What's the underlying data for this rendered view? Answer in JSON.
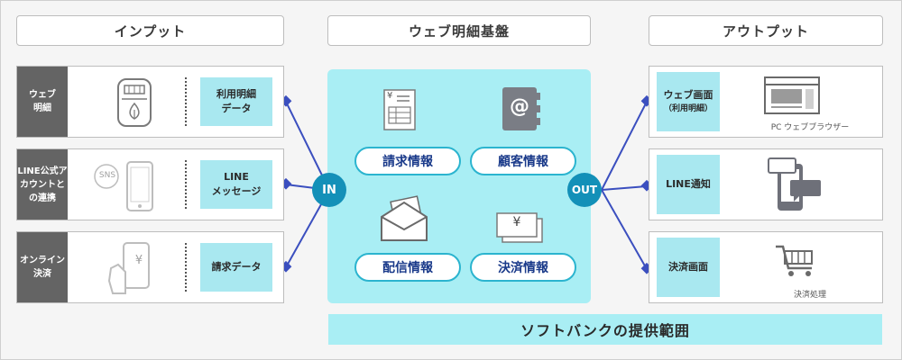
{
  "headers": {
    "input": "インプット",
    "platform": "ウェブ明細基盤",
    "output": "アウトプット"
  },
  "inputs": [
    {
      "label": "ウェブ\n明細",
      "data": "利用明細\nデータ"
    },
    {
      "label": "LINE公式ア\nカウントと\nの連携",
      "data": "LINE\nメッセージ",
      "icon_text": "SNS"
    },
    {
      "label": "オンライン\n決済",
      "data": "請求データ",
      "icon_text": "¥"
    }
  ],
  "platform_items": {
    "billing": "請求情報",
    "customer": "顧客情報",
    "delivery": "配信情報",
    "payment": "決済情報"
  },
  "platform_icon_text": {
    "billing_yen": "¥",
    "customer_at": "@",
    "payment_yen": "¥"
  },
  "connectors": {
    "in": "IN",
    "out": "OUT"
  },
  "outputs": [
    {
      "label": "ウェブ画面",
      "sublabel": "（利用明細）",
      "caption": "PC ウェブブラウザー"
    },
    {
      "label": "LINE通知",
      "caption": ""
    },
    {
      "label": "決済画面",
      "caption": "決済処理"
    }
  ],
  "footer": "ソフトバンクの提供範囲",
  "colors": {
    "teal": "#a9e8f0",
    "pill_border": "#2bb4cf",
    "connector": "#1390b8",
    "line": "#3b4fbf",
    "label_bg": "#646464"
  }
}
